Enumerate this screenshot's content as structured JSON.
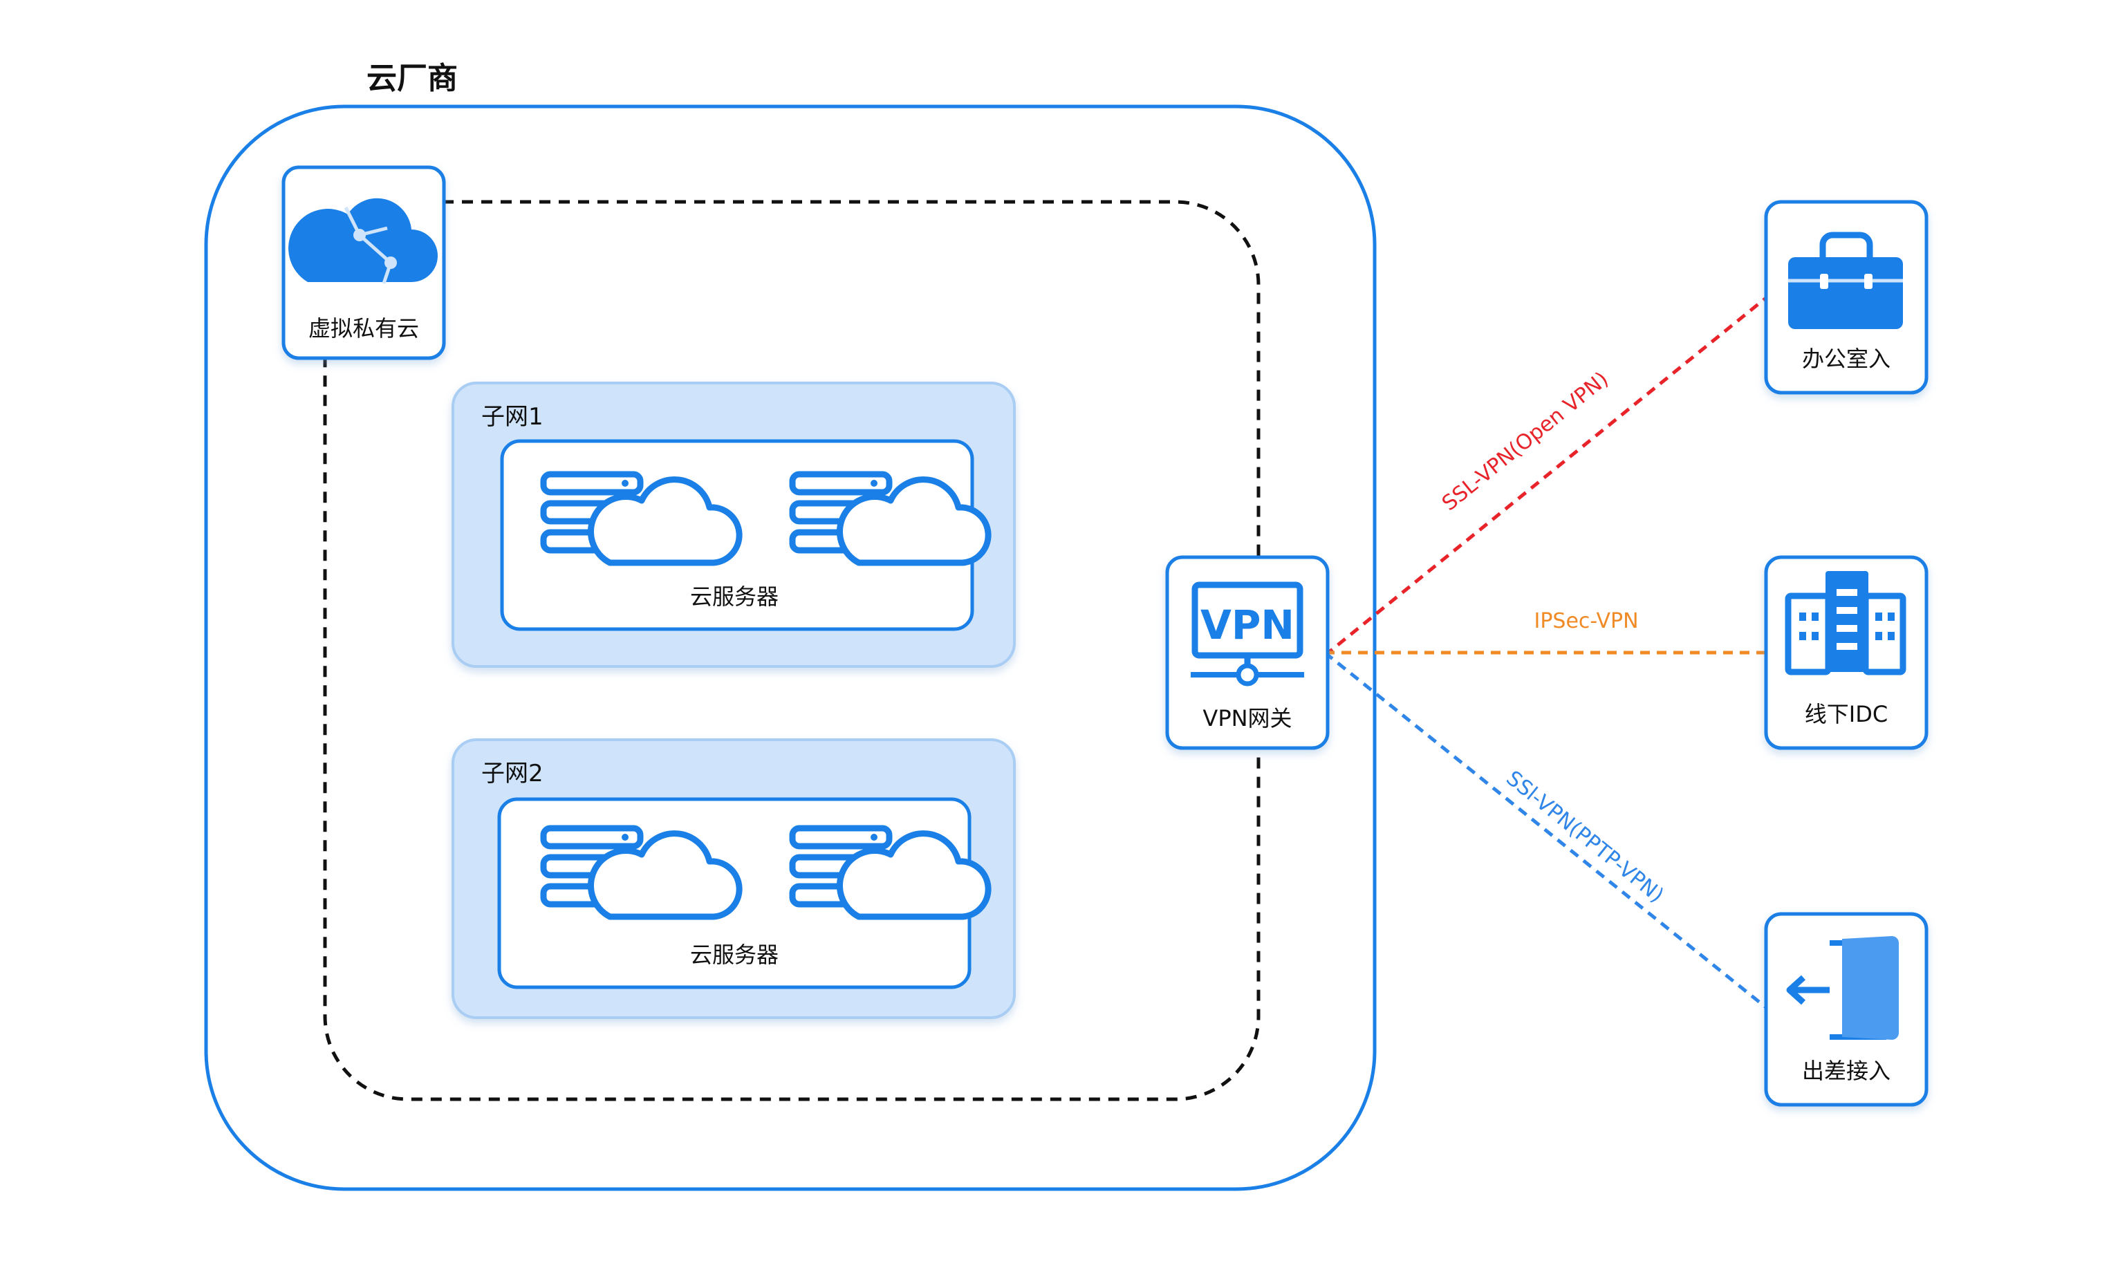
{
  "cloud_vendor": {
    "title": "云厂商"
  },
  "vpc": {
    "label": "虚拟私有云"
  },
  "subnets": [
    {
      "label": "子网1",
      "servers_label": "云服务器"
    },
    {
      "label": "子网2",
      "servers_label": "云服务器"
    }
  ],
  "gateway": {
    "icon_text": "VPN",
    "label": "VPN网关"
  },
  "endpoints": [
    {
      "label": "办公室入",
      "icon": "briefcase-icon"
    },
    {
      "label": "线下IDC",
      "icon": "building-icon"
    },
    {
      "label": "出差接入",
      "icon": "exit-door-icon"
    }
  ],
  "links": [
    {
      "label": "SSL-VPN(Open VPN)",
      "color": "#e8232a"
    },
    {
      "label": "IPSec-VPN",
      "color": "#f08a24"
    },
    {
      "label": "SSl-VPN(PPTP-VPN)",
      "color": "#2f86e8"
    }
  ],
  "colors": {
    "accent": "#1a7fe6",
    "subnet_fill": "#cfe4fb",
    "subnet_border": "#a9cdf3"
  }
}
